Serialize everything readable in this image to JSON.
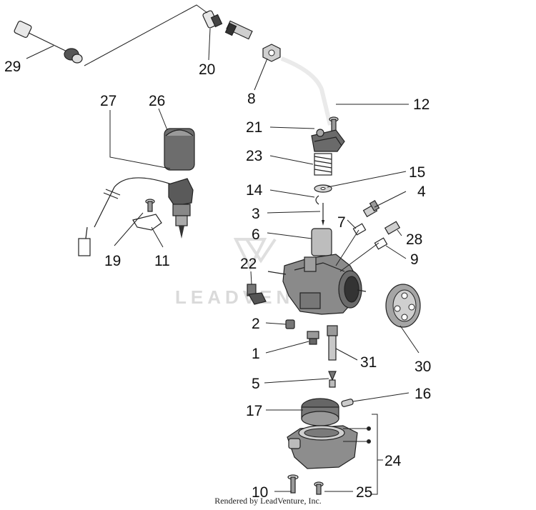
{
  "callouts": {
    "c29": "29",
    "c20": "20",
    "c8": "8",
    "c12": "12",
    "c21": "21",
    "c27": "27",
    "c26": "26",
    "c23": "23",
    "c15": "15",
    "c14": "14",
    "c4": "4",
    "c3": "3",
    "c7": "7",
    "c28": "28",
    "c6": "6",
    "c9": "9",
    "c19": "19",
    "c11": "11",
    "c22": "22",
    "c2": "2",
    "c1": "1",
    "c31": "31",
    "c30": "30",
    "c5": "5",
    "c16": "16",
    "c17": "17",
    "c24": "24",
    "c10": "10",
    "c25": "25"
  },
  "watermark": "LEADVENTURE",
  "footer": "Rendered by LeadVenture, Inc."
}
